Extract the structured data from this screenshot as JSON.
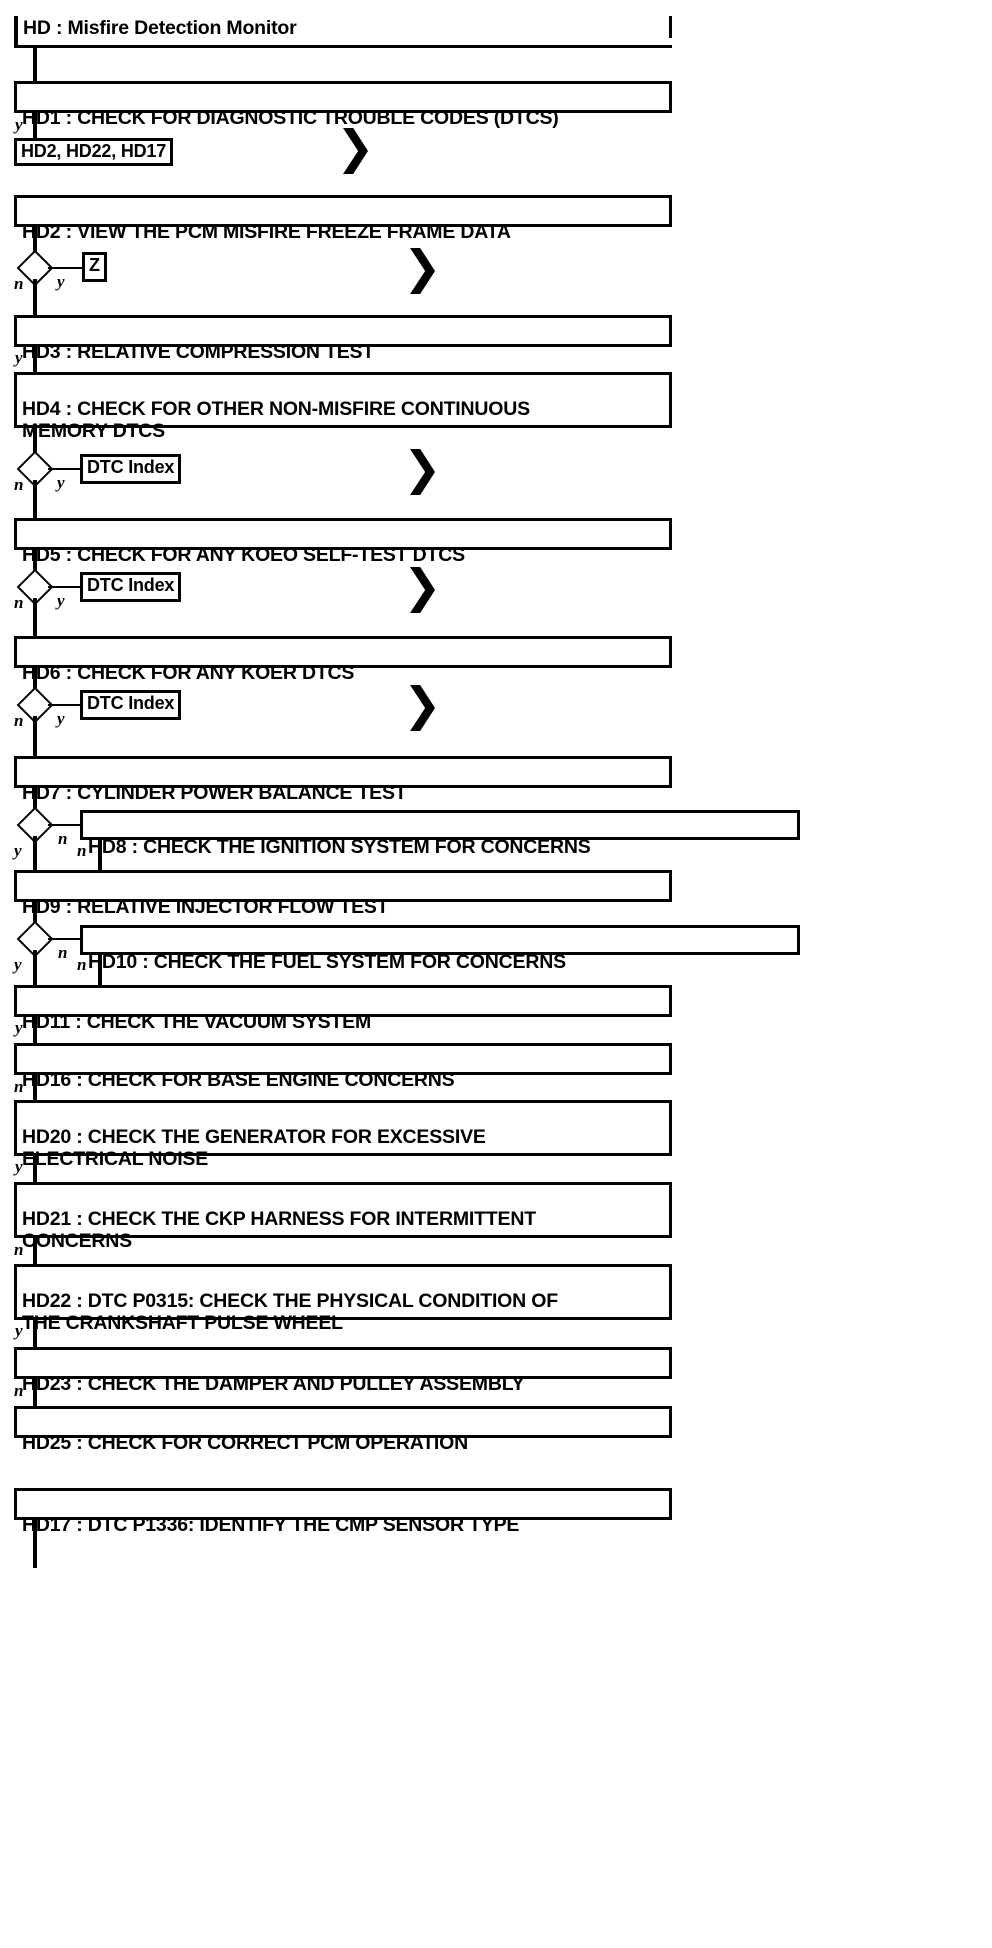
{
  "diagram": {
    "title": "HD : Misfire Detection Monitor",
    "type": "flowchart",
    "nodes": [
      {
        "id": "HD",
        "label": "HD : Misfire Detection Monitor"
      },
      {
        "id": "HD1",
        "label": "HD1 : CHECK FOR DIAGNOSTIC TROUBLE CODES (DTCS)"
      },
      {
        "id": "HD2",
        "label": "HD2 : VIEW THE PCM MISFIRE FREEZE FRAME DATA"
      },
      {
        "id": "HD3",
        "label": "HD3 : RELATIVE COMPRESSION TEST"
      },
      {
        "id": "HD4",
        "label": "HD4 : CHECK FOR OTHER NON-MISFIRE CONTINUOUS\nMEMORY DTCS"
      },
      {
        "id": "HD5",
        "label": "HD5 : CHECK FOR ANY KOEO SELF-TEST DTCS"
      },
      {
        "id": "HD6",
        "label": "HD6 : CHECK FOR ANY KOER DTCS"
      },
      {
        "id": "HD7",
        "label": "HD7 : CYLINDER POWER BALANCE TEST"
      },
      {
        "id": "HD8",
        "label": "HD8 : CHECK THE IGNITION SYSTEM FOR CONCERNS"
      },
      {
        "id": "HD9",
        "label": "HD9 : RELATIVE INJECTOR FLOW TEST"
      },
      {
        "id": "HD10",
        "label": "HD10 : CHECK THE FUEL SYSTEM FOR CONCERNS"
      },
      {
        "id": "HD11",
        "label": "HD11 : CHECK THE VACUUM SYSTEM"
      },
      {
        "id": "HD16",
        "label": "HD16 : CHECK FOR BASE ENGINE CONCERNS"
      },
      {
        "id": "HD20",
        "label": "HD20 : CHECK THE GENERATOR FOR EXCESSIVE\nELECTRICAL NOISE"
      },
      {
        "id": "HD21",
        "label": "HD21 : CHECK THE CKP HARNESS FOR INTERMITTENT\nCONCERNS"
      },
      {
        "id": "HD22",
        "label": "HD22 : DTC P0315: CHECK THE PHYSICAL CONDITION OF\nTHE CRANKSHAFT PULSE WHEEL"
      },
      {
        "id": "HD23",
        "label": "HD23 : CHECK THE DAMPER AND PULLEY ASSEMBLY"
      },
      {
        "id": "HD25",
        "label": "HD25 : CHECK FOR CORRECT PCM OPERATION"
      },
      {
        "id": "HD17",
        "label": "HD17 : DTC P1336: IDENTIFY THE CMP SENSOR TYPE"
      }
    ],
    "references": [
      {
        "id": "ref-hd2-hd22-hd17",
        "label": "HD2, HD22, HD17"
      },
      {
        "id": "ref-z",
        "label": "Z"
      },
      {
        "id": "ref-dtc-index-1",
        "label": "DTC Index"
      },
      {
        "id": "ref-dtc-index-2",
        "label": "DTC Index"
      },
      {
        "id": "ref-dtc-index-3",
        "label": "DTC Index"
      }
    ],
    "branch_labels": {
      "yes": "y",
      "no": "n"
    },
    "edges": [
      {
        "from": "HD1",
        "label": "y",
        "to": "ref-hd2-hd22-hd17"
      },
      {
        "from": "HD2",
        "label": "y",
        "to": "ref-z"
      },
      {
        "from": "HD2",
        "label": "n",
        "to": "HD3"
      },
      {
        "from": "HD3",
        "label": "y",
        "to": "HD4"
      },
      {
        "from": "HD4",
        "label": "y",
        "to": "ref-dtc-index-1"
      },
      {
        "from": "HD4",
        "label": "n",
        "to": "HD5"
      },
      {
        "from": "HD5",
        "label": "y",
        "to": "ref-dtc-index-2"
      },
      {
        "from": "HD5",
        "label": "n",
        "to": "HD6"
      },
      {
        "from": "HD6",
        "label": "y",
        "to": "ref-dtc-index-3"
      },
      {
        "from": "HD6",
        "label": "n",
        "to": "HD7"
      },
      {
        "from": "HD7",
        "label": "n",
        "to": "HD8"
      },
      {
        "from": "HD7",
        "label": "y",
        "to": "HD9"
      },
      {
        "from": "HD8",
        "label": "n",
        "to": "HD9"
      },
      {
        "from": "HD9",
        "label": "n",
        "to": "HD10"
      },
      {
        "from": "HD9",
        "label": "y",
        "to": "HD11"
      },
      {
        "from": "HD10",
        "label": "n",
        "to": "HD11"
      },
      {
        "from": "HD11",
        "label": "y",
        "to": "HD16"
      },
      {
        "from": "HD16",
        "label": "n",
        "to": "HD20"
      },
      {
        "from": "HD20",
        "label": "y",
        "to": "HD21"
      },
      {
        "from": "HD21",
        "label": "n",
        "to": "HD22"
      },
      {
        "from": "HD22",
        "label": "y",
        "to": "HD23"
      },
      {
        "from": "HD23",
        "label": "n",
        "to": "HD25"
      }
    ],
    "chevrons": [
      "off-page-connector",
      "off-page-connector",
      "off-page-connector",
      "off-page-connector",
      "off-page-connector"
    ],
    "colors": {
      "line": "#000000",
      "fill": "#ffffff",
      "text": "#000000"
    }
  }
}
